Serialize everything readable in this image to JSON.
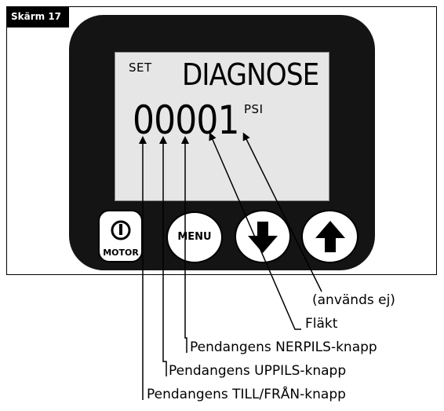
{
  "figure": {
    "screen_tag": "Skärm 17"
  },
  "display": {
    "mode_label": "SET",
    "title": "DIAGNOSE",
    "value": "00001",
    "unit": "PSI"
  },
  "buttons": {
    "motor_label": "MOTOR",
    "menu_label": "MENU",
    "down_icon": "down-arrow-icon",
    "up_icon": "up-arrow-icon",
    "power_icon": "power-icon"
  },
  "callouts": [
    {
      "id": "unused",
      "text": "(används ej)"
    },
    {
      "id": "fan",
      "text": "Fläkt"
    },
    {
      "id": "down",
      "text": "Pendangens NERPILS-knapp"
    },
    {
      "id": "up",
      "text": "Pendangens UPPILS-knapp"
    },
    {
      "id": "onoff",
      "text": "Pendangens TILL/FRÅN-knapp"
    }
  ],
  "colors": {
    "pendant_body": "#141414",
    "screen_background": "#e6e6e6",
    "lines": "#000000"
  }
}
